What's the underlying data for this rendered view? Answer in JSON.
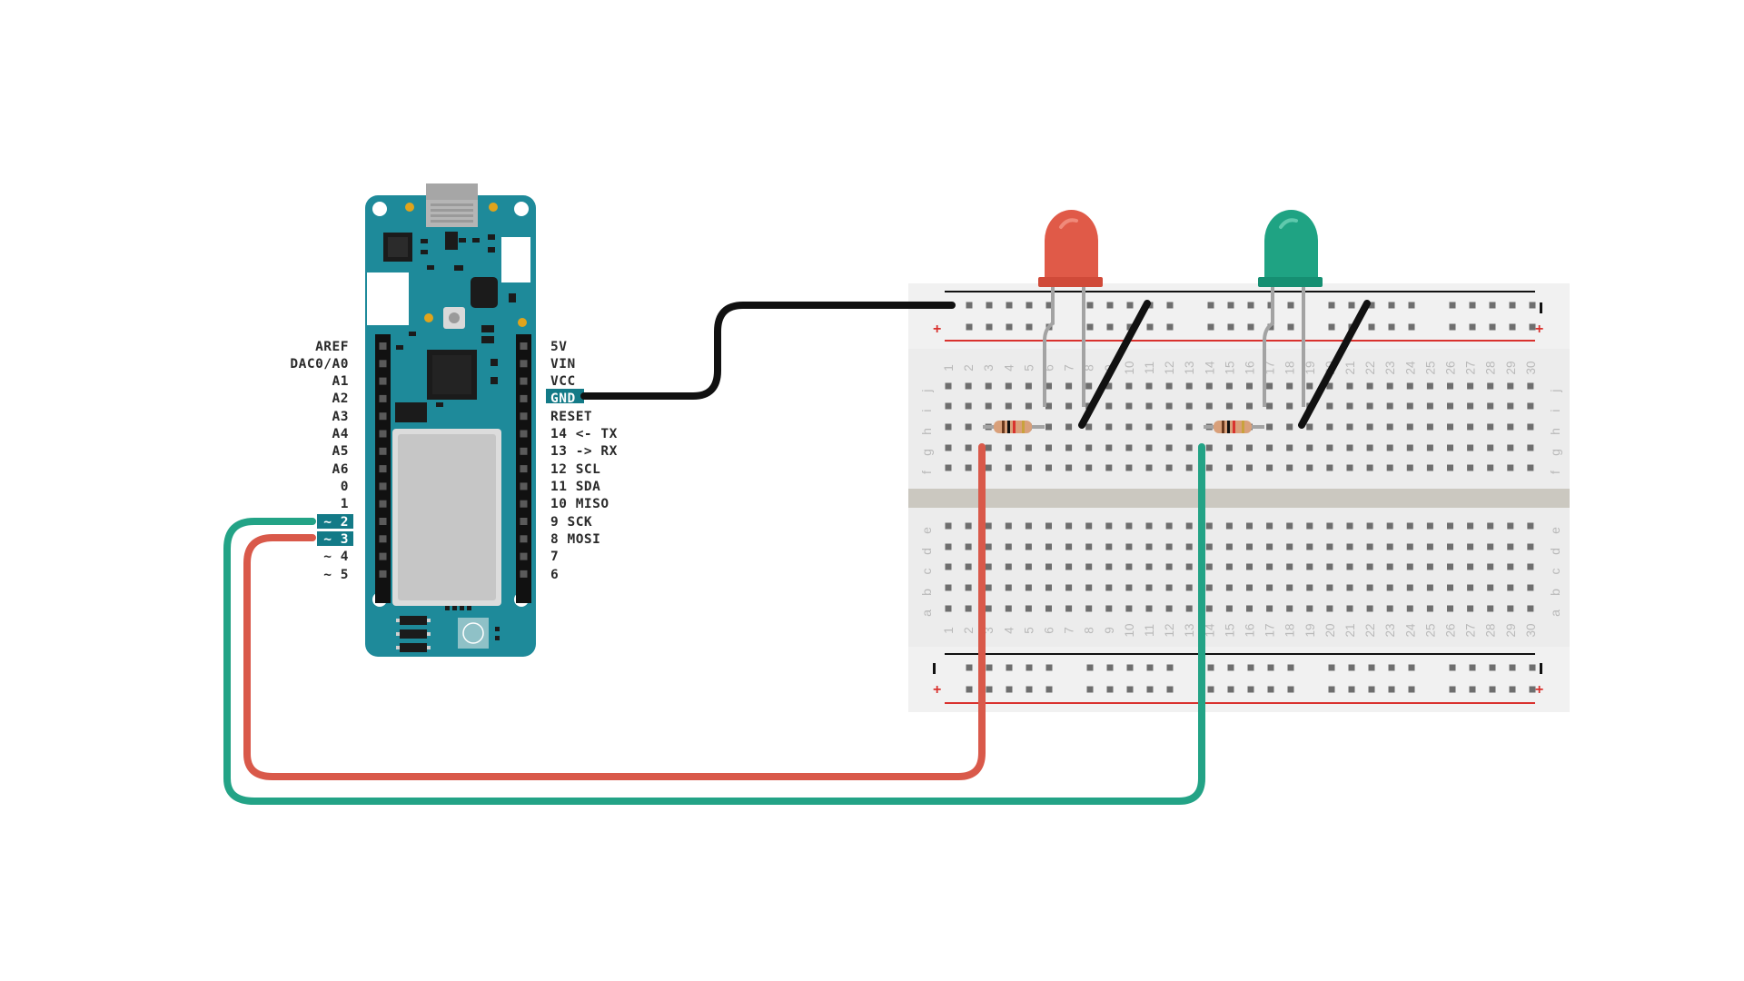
{
  "board": {
    "left_pins": [
      "AREF",
      "DAC0/A0",
      "A1",
      "A2",
      "A3",
      "A4",
      "A5",
      "A6",
      "0",
      "1",
      "~ 2",
      "~ 3",
      "~ 4",
      "~ 5"
    ],
    "right_pins": [
      "5V",
      "VIN",
      "VCC",
      "GND",
      "RESET",
      "14 <- TX",
      "13 -> RX",
      "12 SCL",
      "11 SDA",
      "10 MISO",
      "9 SCK",
      "8 MOSI",
      "7",
      "6"
    ],
    "highlighted_left": [
      "~ 2",
      "~ 3"
    ],
    "highlighted_right": [
      "GND"
    ]
  },
  "breadboard": {
    "top_row_letters": [
      "j",
      "i",
      "h",
      "g",
      "f"
    ],
    "bottom_row_letters": [
      "e",
      "d",
      "c",
      "b",
      "a"
    ],
    "column_numbers": [
      "1",
      "2",
      "3",
      "4",
      "5",
      "6",
      "7",
      "8",
      "9",
      "10",
      "11",
      "12",
      "13",
      "14",
      "15",
      "16",
      "17",
      "18",
      "19",
      "20",
      "21",
      "22",
      "23",
      "24",
      "25",
      "26",
      "27",
      "28",
      "29",
      "30"
    ],
    "rail_plus": "+",
    "rail_minus": "-"
  },
  "components": {
    "led_red_color": "#e05a48",
    "led_green_color": "#1fa383"
  },
  "colors": {
    "board": "#1e8a9a",
    "highlight": "#137a87",
    "wire_black": "#111111",
    "wire_red": "#d9594a",
    "wire_green": "#23a386",
    "rail_red": "#d9322e"
  }
}
